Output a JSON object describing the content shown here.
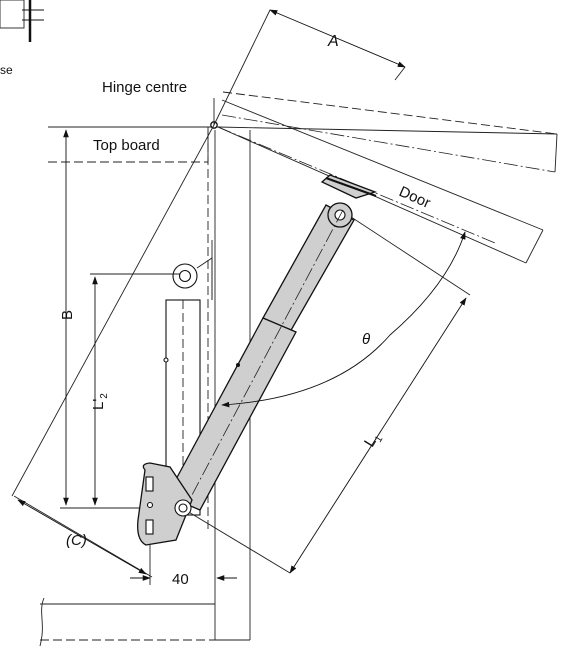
{
  "labels": {
    "corner_fragment": "se",
    "hinge_centre": "Hinge centre",
    "top_board": "Top board",
    "door": "Door",
    "dim_a": "A",
    "dim_b": "B",
    "dim_c": "(C)",
    "dim_theta": "θ",
    "dim_l1_main": "L",
    "dim_l1_sub": "1",
    "dim_l2_main": "L'",
    "dim_l2_sub": "2",
    "dim_40": "40"
  }
}
